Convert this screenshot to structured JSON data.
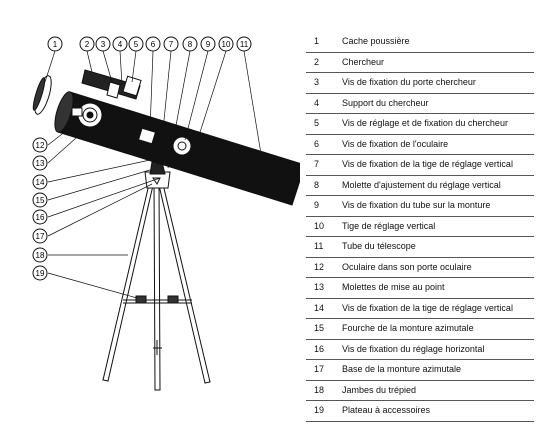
{
  "callouts": [
    "1",
    "2",
    "3",
    "4",
    "5",
    "6",
    "7",
    "8",
    "9",
    "10",
    "11",
    "12",
    "13",
    "14",
    "15",
    "16",
    "17",
    "18",
    "19"
  ],
  "parts": [
    {
      "num": "1",
      "label": "Cache poussière"
    },
    {
      "num": "2",
      "label": "Chercheur"
    },
    {
      "num": "3",
      "label": "Vis de fixation du porte chercheur"
    },
    {
      "num": "4",
      "label": "Support du chercheur"
    },
    {
      "num": "5",
      "label": "Vis de réglage et de fixation du chercheur"
    },
    {
      "num": "6",
      "label": "Vis de fixation de l'oculaire"
    },
    {
      "num": "7",
      "label": "Vis de fixation de la tige de réglage vertical"
    },
    {
      "num": "8",
      "label": "Molette d'ajustement du réglage vertical"
    },
    {
      "num": "9",
      "label": "Vis de fixation du tube sur la monture"
    },
    {
      "num": "10",
      "label": "Tige de réglage vertical"
    },
    {
      "num": "11",
      "label": "Tube du télescope"
    },
    {
      "num": "12",
      "label": "Oculaire dans son porte oculaire"
    },
    {
      "num": "13",
      "label": "Molettes de mise au point"
    },
    {
      "num": "14",
      "label": "Vis de fixation de la tige de réglage vertical"
    },
    {
      "num": "15",
      "label": "Fourche de la monture azimutale"
    },
    {
      "num": "16",
      "label": "Vis de fixation du réglage horizontal"
    },
    {
      "num": "17",
      "label": "Base de la monture azimutale"
    },
    {
      "num": "18",
      "label": "Jambes du trépied"
    },
    {
      "num": "19",
      "label": "Plateau à accessoires"
    }
  ]
}
